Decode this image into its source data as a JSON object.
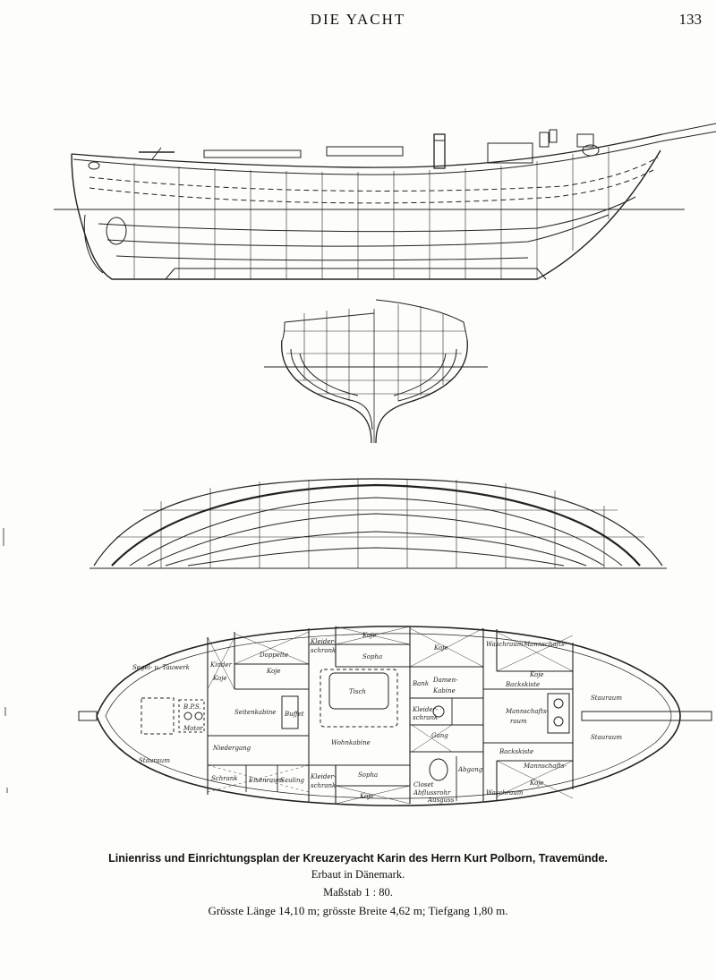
{
  "header": {
    "title": "DIE YACHT",
    "page_number": "133"
  },
  "caption": {
    "line1": "Linienriss und Einrichtungsplan der Kreuzeryacht Karin des Herrn Kurt Polborn, Travemünde.",
    "line2": "Erbaut in Dänemark.",
    "line3": "Maßstab 1 : 80.",
    "line4": "Grösste Länge 14,10 m; grösste Breite 4,62 m; Tiefgang 1,80 m."
  },
  "plan_labels": {
    "segel_tauwerk": "Segel- u. Tauwerk",
    "kinder": "Kinder",
    "koje_1": "Koje",
    "doppelte": "Doppelte",
    "koje_2": "Koje",
    "kleider_schrank_top": "Kleider-",
    "schrank_top": "schrank",
    "koje_3": "Koje",
    "sopha_top": "Sopha",
    "koje_4": "Koje",
    "waschraum_top": "Waschraum",
    "mannschafts_top": "Mannschafts-",
    "koje_5": "Koje",
    "backskiste_top": "Backskiste",
    "staurum_right_top": "Stauraum",
    "staurum_right_bottom": "Stauraum",
    "mannschafts_raum": "Mannschafts-",
    "raum": "raum",
    "tisch": "Tisch",
    "damen": "Damen-",
    "kabine": "Kabine",
    "bank": "Bank",
    "kleiderschrank_mid": "Kleider-",
    "schrank_mid": "schrank",
    "gang": "Gang",
    "bps": "B.P.S.",
    "motor": "Motor",
    "seitenkabine": "Seitenkabine",
    "buffet": "Buffet",
    "niedergang": "Niedergang",
    "wohnkabine": "Wohnkabine",
    "stauraum_left": "Stauraum",
    "schrank_bottom": "Schrank",
    "eisenraum": "Eisenraum",
    "sauling": "Sauling",
    "kleiderschrank_bottom": "Kleider-",
    "schrank_bottom2": "schrank",
    "sopha_bottom": "Sopha",
    "koje_bottom": "Koje",
    "closet": "Closet",
    "abflussrohr": "Abflussrohr",
    "ausguss": "Ausguss",
    "abgang": "Abgang",
    "waschraum_bottom": "Waschraum",
    "backskiste_bottom": "Backskiste",
    "mannschafts_bottom": "Mannschafts-",
    "koje_6": "Koje"
  }
}
